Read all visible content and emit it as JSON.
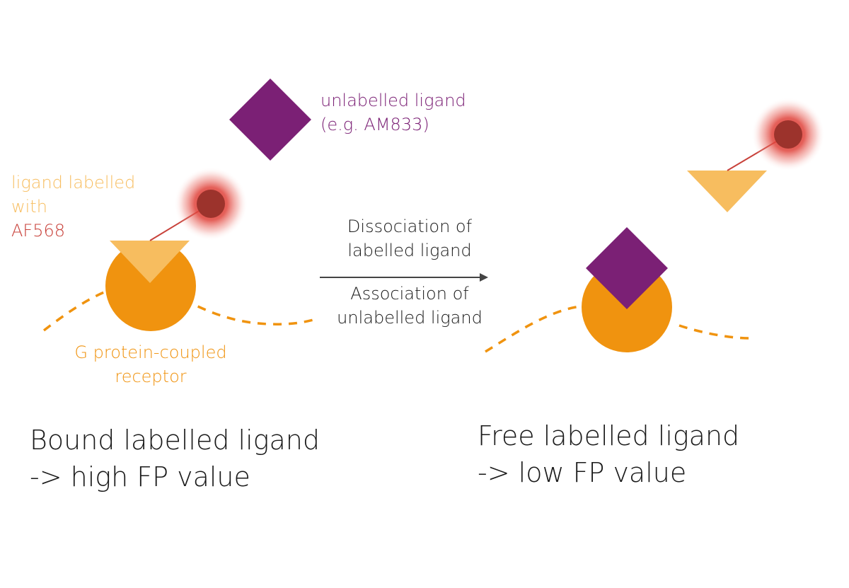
{
  "labels": {
    "unlabelled_ligand_line1": "unlabelled ligand",
    "unlabelled_ligand_line2": "(e.g. AM833)",
    "labelled_ligand_line1": "ligand labelled",
    "labelled_ligand_line2": "with",
    "labelled_ligand_line3": "AF568",
    "receptor_line1": "G protein-coupled",
    "receptor_line2": "receptor",
    "arrow_top_line1": "Dissociation of",
    "arrow_top_line2": "labelled ligand",
    "arrow_bottom_line1": "Association of",
    "arrow_bottom_line2": "unlabelled ligand",
    "bound_line1": "Bound labelled ligand",
    "bound_line2": "-> high FP value",
    "free_line1": "Free labelled ligand",
    "free_line2": "-> low FP value"
  },
  "colors": {
    "unlabelled_ligand": "#7b2075",
    "labelled_ligand": "#f7bd5f",
    "fluorophore": "#c8413a",
    "fluorophore_core": "#9c332c",
    "receptor": "#f0930f",
    "arrow": "#444444",
    "caption": "#1a1a1a"
  }
}
